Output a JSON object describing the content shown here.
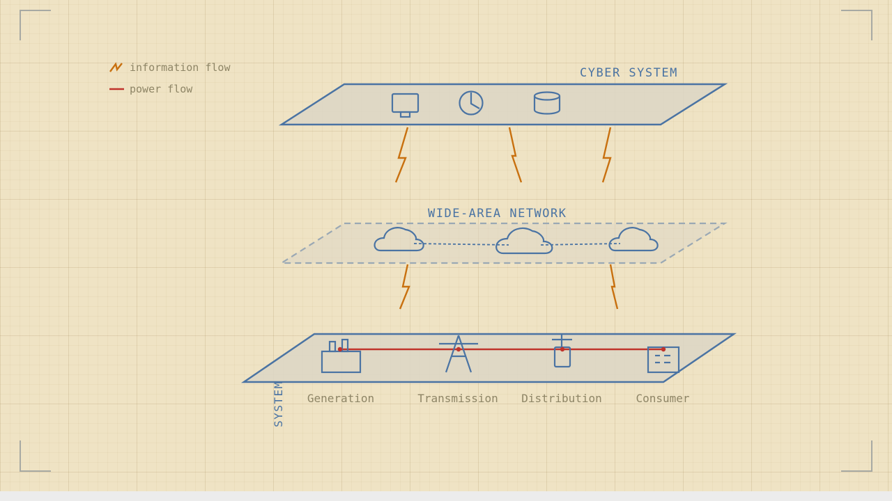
{
  "legend": {
    "items": [
      {
        "label": "information flow",
        "icon": "lightning-icon",
        "color": "#c8700f"
      },
      {
        "label": "power flow",
        "icon": "line-icon",
        "color": "#c0332b"
      }
    ]
  },
  "layers": {
    "cyber": {
      "label": "CYBER SYSTEM",
      "icons": [
        "monitor-icon",
        "clock-icon",
        "database-icon"
      ]
    },
    "network": {
      "label": "WIDE-AREA NETWORK",
      "icons": [
        "cloud-icon",
        "cloud-icon",
        "cloud-icon"
      ]
    },
    "physical": {
      "label": "SYSTEM"
    }
  },
  "stages": [
    {
      "label": "Generation",
      "icon": "factory-icon"
    },
    {
      "label": "Transmission",
      "icon": "transmission-tower-icon"
    },
    {
      "label": "Distribution",
      "icon": "utility-pole-icon"
    },
    {
      "label": "Consumer",
      "icon": "building-icon"
    }
  ],
  "colors": {
    "layer_stroke": "#4a73a3",
    "network_stroke": "#9aa8b4",
    "info_flow": "#c8700f",
    "power_flow": "#c0332b",
    "text_blue": "#4a73a3",
    "text_muted": "#8e8566",
    "background": "#efe3c4"
  }
}
